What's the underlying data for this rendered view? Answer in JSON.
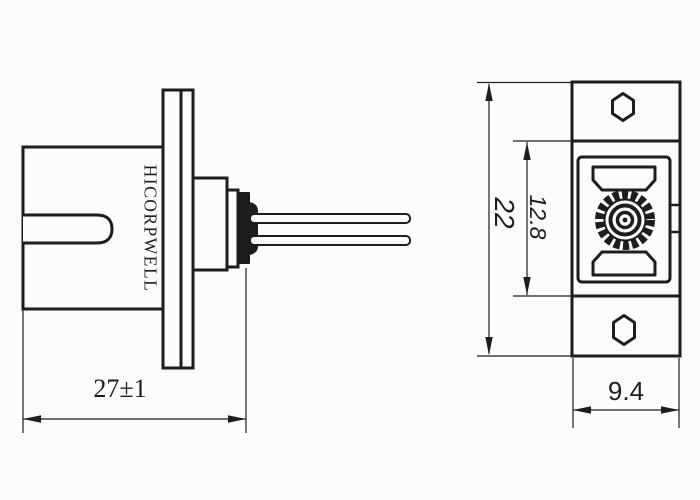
{
  "brand": {
    "label": "HICORPWELL"
  },
  "dimensions": {
    "side_width": "27±1",
    "front_height": "22",
    "front_inner_height": "12.8",
    "front_width": "9.4"
  },
  "colors": {
    "line": "#1d1d1d",
    "background": "#fcfcfc"
  }
}
